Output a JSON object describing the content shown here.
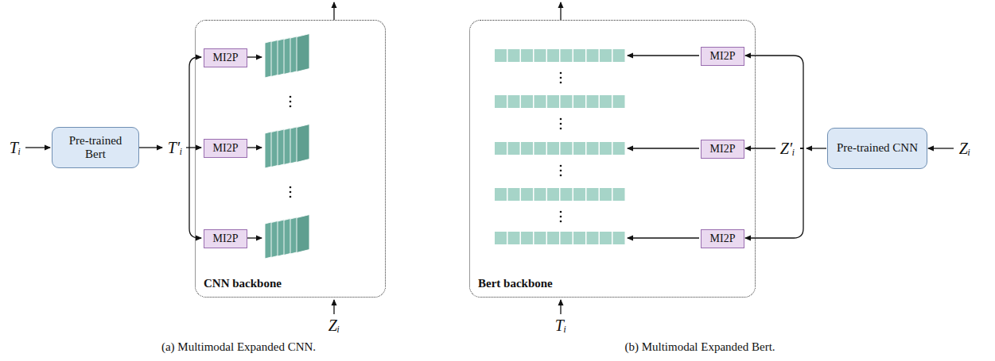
{
  "diagram": {
    "nodes": [
      {
        "text": [
          "Pre-trained Bert"
        ]
      },
      {
        "text": [
          "CNN backbone"
        ]
      },
      {
        "text": [
          "MI2P"
        ],
        "in": 1
      },
      {
        "text": [
          "MI2P"
        ],
        "in": 1
      },
      {
        "text": [
          "MI2P"
        ],
        "in": 1
      },
      {
        "text": [
          "Bert backbone"
        ]
      },
      {
        "text": [
          "MI2P"
        ],
        "in": 5
      },
      {
        "text": [
          "MI2P"
        ],
        "in": 5
      },
      {
        "text": [
          "MI2P"
        ],
        "in": 5
      },
      {
        "text": [
          "Pre-trained CNN"
        ]
      }
    ],
    "labels": [
      "Tᵢ",
      "T′ᵢ",
      "Zᵢ",
      "Tᵢ",
      "Z′ᵢ",
      "Zᵢ",
      "(a) Multimodal Expanded CNN.",
      "(b) Multimodal Expanded Bert."
    ]
  }
}
